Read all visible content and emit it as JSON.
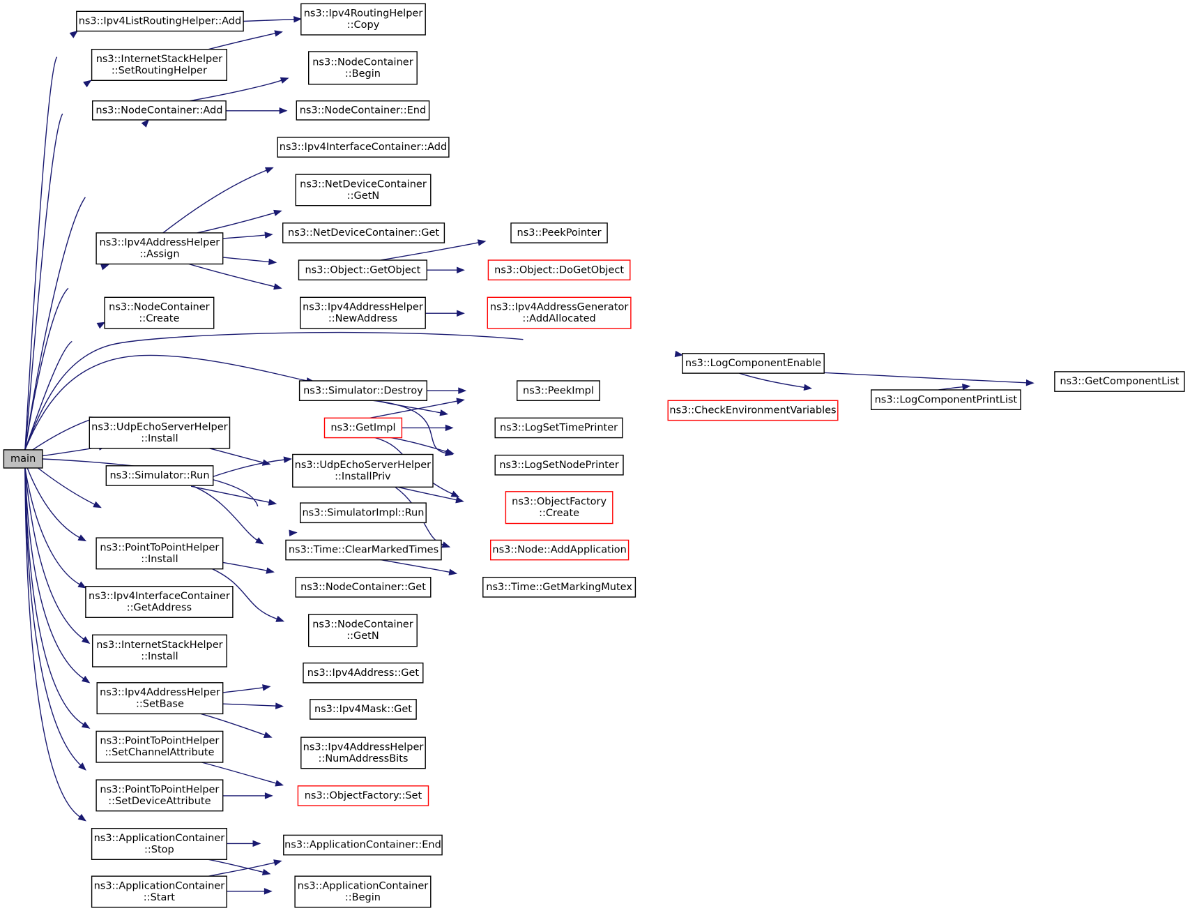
{
  "nodes": [
    {
      "id": "main",
      "lines": [
        "main"
      ],
      "root": true
    },
    {
      "id": "listAdd",
      "lines": [
        "ns3::Ipv4ListRoutingHelper::Add"
      ]
    },
    {
      "id": "copy",
      "lines": [
        "ns3::Ipv4RoutingHelper",
        "::Copy"
      ]
    },
    {
      "id": "setRouting",
      "lines": [
        "ns3::InternetStackHelper",
        "::SetRoutingHelper"
      ]
    },
    {
      "id": "ncBegin",
      "lines": [
        "ns3::NodeContainer",
        "::Begin"
      ]
    },
    {
      "id": "ncAdd",
      "lines": [
        "ns3::NodeContainer::Add"
      ]
    },
    {
      "id": "ncEnd",
      "lines": [
        "ns3::NodeContainer::End"
      ]
    },
    {
      "id": "icAdd",
      "lines": [
        "ns3::Ipv4InterfaceContainer::Add"
      ]
    },
    {
      "id": "ndcGetN",
      "lines": [
        "ns3::NetDeviceContainer",
        "::GetN"
      ]
    },
    {
      "id": "ndcGet",
      "lines": [
        "ns3::NetDeviceContainer::Get"
      ]
    },
    {
      "id": "assign",
      "lines": [
        "ns3::Ipv4AddressHelper",
        "::Assign"
      ]
    },
    {
      "id": "peekPointer",
      "lines": [
        "ns3::PeekPointer"
      ]
    },
    {
      "id": "getObject",
      "lines": [
        "ns3::Object::GetObject"
      ]
    },
    {
      "id": "doGetObject",
      "lines": [
        "ns3::Object::DoGetObject"
      ],
      "red": true
    },
    {
      "id": "newAddress",
      "lines": [
        "ns3::Ipv4AddressHelper",
        "::NewAddress"
      ]
    },
    {
      "id": "addAllocated",
      "lines": [
        "ns3::Ipv4AddressGenerator",
        "::AddAllocated"
      ],
      "red": true
    },
    {
      "id": "ncCreate",
      "lines": [
        "ns3::NodeContainer",
        "::Create"
      ]
    },
    {
      "id": "logEnable",
      "lines": [
        "ns3::LogComponentEnable"
      ]
    },
    {
      "id": "getCompList",
      "lines": [
        "ns3::GetComponentList"
      ]
    },
    {
      "id": "simDestroy",
      "lines": [
        "ns3::Simulator::Destroy"
      ]
    },
    {
      "id": "peekImpl",
      "lines": [
        "ns3::PeekImpl"
      ]
    },
    {
      "id": "logPrintList",
      "lines": [
        "ns3::LogComponentPrintList"
      ]
    },
    {
      "id": "checkEnv",
      "lines": [
        "ns3::CheckEnvironmentVariables"
      ],
      "red": true
    },
    {
      "id": "getImpl",
      "lines": [
        "ns3::GetImpl"
      ],
      "red": true
    },
    {
      "id": "logTimePrinter",
      "lines": [
        "ns3::LogSetTimePrinter"
      ]
    },
    {
      "id": "udpInstall",
      "lines": [
        "ns3::UdpEchoServerHelper",
        "::Install"
      ]
    },
    {
      "id": "udpInstallPriv",
      "lines": [
        "ns3::UdpEchoServerHelper",
        "::InstallPriv"
      ]
    },
    {
      "id": "logNodePrinter",
      "lines": [
        "ns3::LogSetNodePrinter"
      ]
    },
    {
      "id": "simRun",
      "lines": [
        "ns3::Simulator::Run"
      ]
    },
    {
      "id": "ofCreate",
      "lines": [
        "ns3::ObjectFactory",
        "::Create"
      ],
      "red": true
    },
    {
      "id": "simImplRun",
      "lines": [
        "ns3::SimulatorImpl::Run"
      ]
    },
    {
      "id": "addApp",
      "lines": [
        "ns3::Node::AddApplication"
      ],
      "red": true
    },
    {
      "id": "p2pInstall",
      "lines": [
        "ns3::PointToPointHelper",
        "::Install"
      ]
    },
    {
      "id": "clearMarked",
      "lines": [
        "ns3::Time::ClearMarkedTimes"
      ]
    },
    {
      "id": "ncGet",
      "lines": [
        "ns3::NodeContainer::Get"
      ]
    },
    {
      "id": "markingMutex",
      "lines": [
        "ns3::Time::GetMarkingMutex"
      ]
    },
    {
      "id": "getAddress",
      "lines": [
        "ns3::Ipv4InterfaceContainer",
        "::GetAddress"
      ]
    },
    {
      "id": "ncGetN",
      "lines": [
        "ns3::NodeContainer",
        "::GetN"
      ]
    },
    {
      "id": "ishInstall",
      "lines": [
        "ns3::InternetStackHelper",
        "::Install"
      ]
    },
    {
      "id": "v4AddrGet",
      "lines": [
        "ns3::Ipv4Address::Get"
      ]
    },
    {
      "id": "setBase",
      "lines": [
        "ns3::Ipv4AddressHelper",
        "::SetBase"
      ]
    },
    {
      "id": "maskGet",
      "lines": [
        "ns3::Ipv4Mask::Get"
      ]
    },
    {
      "id": "setChannelAttr",
      "lines": [
        "ns3::PointToPointHelper",
        "::SetChannelAttribute"
      ]
    },
    {
      "id": "numAddrBits",
      "lines": [
        "ns3::Ipv4AddressHelper",
        "::NumAddressBits"
      ]
    },
    {
      "id": "setDeviceAttr",
      "lines": [
        "ns3::PointToPointHelper",
        "::SetDeviceAttribute"
      ]
    },
    {
      "id": "ofSet",
      "lines": [
        "ns3::ObjectFactory::Set"
      ],
      "red": true
    },
    {
      "id": "acStop",
      "lines": [
        "ns3::ApplicationContainer",
        "::Stop"
      ]
    },
    {
      "id": "acEnd",
      "lines": [
        "ns3::ApplicationContainer::End"
      ]
    },
    {
      "id": "acStart",
      "lines": [
        "ns3::ApplicationContainer",
        "::Start"
      ]
    },
    {
      "id": "acBegin",
      "lines": [
        "ns3::ApplicationContainer",
        "::Begin"
      ]
    }
  ],
  "edges": [
    [
      "main",
      "listAdd"
    ],
    [
      "main",
      "setRouting"
    ],
    [
      "main",
      "ncAdd"
    ],
    [
      "main",
      "assign"
    ],
    [
      "main",
      "ncCreate"
    ],
    [
      "main",
      "logEnable"
    ],
    [
      "main",
      "simDestroy"
    ],
    [
      "main",
      "udpInstall"
    ],
    [
      "main",
      "simRun"
    ],
    [
      "main",
      "ncGet"
    ],
    [
      "main",
      "p2pInstall"
    ],
    [
      "main",
      "getAddress"
    ],
    [
      "main",
      "ishInstall"
    ],
    [
      "main",
      "setBase"
    ],
    [
      "main",
      "setChannelAttr"
    ],
    [
      "main",
      "setDeviceAttr"
    ],
    [
      "main",
      "acStop"
    ],
    [
      "main",
      "acStart"
    ],
    [
      "listAdd",
      "copy"
    ],
    [
      "setRouting",
      "copy"
    ],
    [
      "ncAdd",
      "ncBegin"
    ],
    [
      "ncAdd",
      "ncEnd"
    ],
    [
      "assign",
      "icAdd"
    ],
    [
      "assign",
      "ndcGetN"
    ],
    [
      "assign",
      "ndcGet"
    ],
    [
      "assign",
      "getObject"
    ],
    [
      "assign",
      "newAddress"
    ],
    [
      "getObject",
      "peekPointer"
    ],
    [
      "getObject",
      "doGetObject"
    ],
    [
      "newAddress",
      "addAllocated"
    ],
    [
      "logEnable",
      "getCompList"
    ],
    [
      "logEnable",
      "logPrintList"
    ],
    [
      "logPrintList",
      "getCompList"
    ],
    [
      "simDestroy",
      "peekImpl"
    ],
    [
      "simDestroy",
      "logTimePrinter"
    ],
    [
      "simDestroy",
      "logNodePrinter"
    ],
    [
      "getImpl",
      "peekImpl"
    ],
    [
      "getImpl",
      "logTimePrinter"
    ],
    [
      "getImpl",
      "logNodePrinter"
    ],
    [
      "getImpl",
      "ofCreate"
    ],
    [
      "logTimePrinter",
      "checkEnv"
    ],
    [
      "checkEnv",
      "logPrintList"
    ],
    [
      "udpInstall",
      "udpInstallPriv"
    ],
    [
      "udpInstallPriv",
      "ofCreate"
    ],
    [
      "udpInstallPriv",
      "addApp"
    ],
    [
      "simRun",
      "getImpl"
    ],
    [
      "simRun",
      "simImplRun"
    ],
    [
      "simRun",
      "clearMarked"
    ],
    [
      "clearMarked",
      "markingMutex"
    ],
    [
      "p2pInstall",
      "ncGet"
    ],
    [
      "p2pInstall",
      "ncGetN"
    ],
    [
      "setBase",
      "v4AddrGet"
    ],
    [
      "setBase",
      "maskGet"
    ],
    [
      "setBase",
      "numAddrBits"
    ],
    [
      "setChannelAttr",
      "ofSet"
    ],
    [
      "setDeviceAttr",
      "ofSet"
    ],
    [
      "acStop",
      "acEnd"
    ],
    [
      "acStop",
      "acBegin"
    ],
    [
      "acStart",
      "acEnd"
    ],
    [
      "acStart",
      "acBegin"
    ]
  ]
}
